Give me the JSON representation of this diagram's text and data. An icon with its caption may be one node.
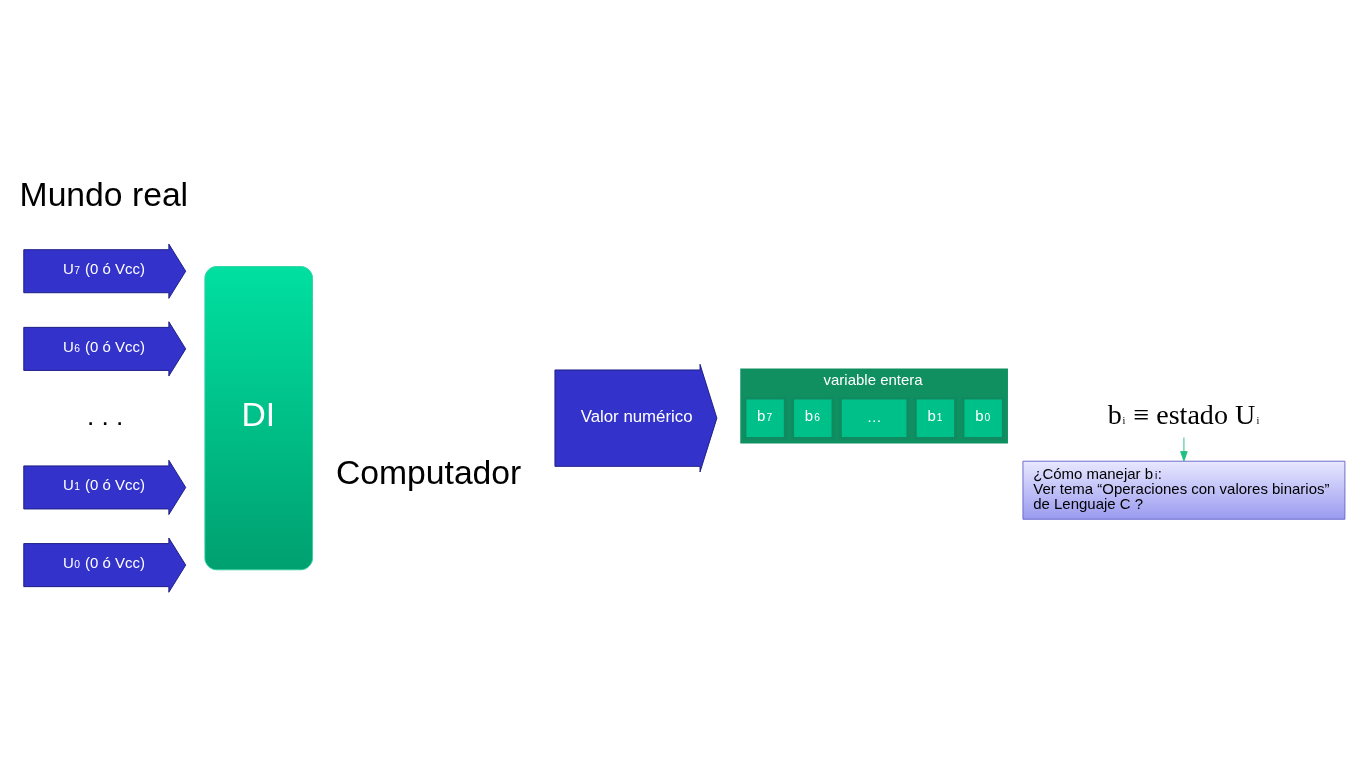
{
  "diagram": {
    "nodes": [
      {
        "text": [
          "U$_{7}$ (0 ó Vcc)"
        ]
      },
      {
        "text": [
          "U$_{6}$ (0 ó Vcc)"
        ]
      },
      {
        "text": [
          "U$_{1}$ (0 ó Vcc)"
        ]
      },
      {
        "text": [
          "U$_{0}$ (0 ó Vcc)"
        ]
      },
      {
        "text": [
          "DI"
        ]
      },
      {
        "text": [
          "Valor numérico"
        ]
      },
      {
        "text": [
          "variable entera"
        ]
      },
      {
        "text": [
          "b$_{7}$"
        ],
        "in": 6
      },
      {
        "text": [
          "b$_{6}$"
        ],
        "in": 6
      },
      {
        "text": [
          "…"
        ],
        "in": 6
      },
      {
        "text": [
          "b$_{1}$"
        ],
        "in": 6
      },
      {
        "text": [
          "b$_{0}$"
        ],
        "in": 6
      },
      {
        "text": [
          "b$_{i}$ ≡ estado U$_{i}$"
        ]
      },
      {
        "text": [
          "¿Cómo manejar b$_{i}$: Ver tema “Operaciones con valores binarios” de Lenguaje C ?"
        ]
      }
    ],
    "edges": [
      {
        "from": 12,
        "to": 13,
        "arrow": "to",
        "color": "#20c080"
      }
    ],
    "labels": [
      "Mundo real",
      "Computador",
      ". . ."
    ]
  }
}
